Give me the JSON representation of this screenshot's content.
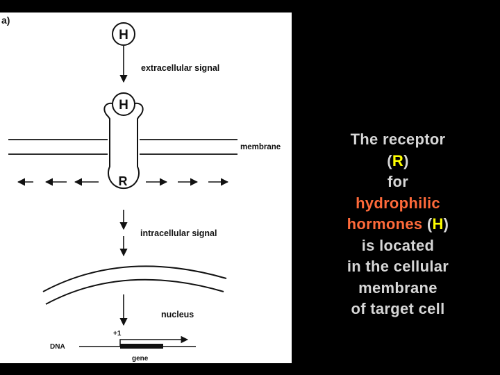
{
  "figure": {
    "panel_label": "a)",
    "hormone_symbol": "H",
    "receptor_symbol": "R",
    "extracellular_label": "extracellular signal",
    "membrane_label": "membrane",
    "intracellular_label": "intracellular signal",
    "nucleus_label": "nucleus",
    "dna_label": "DNA",
    "gene_label": "gene",
    "transcription_label": "+1"
  },
  "caption": {
    "line1": "The receptor",
    "line2_open": "(",
    "line2_symbol": "R",
    "line2_close": ")",
    "line3": "for",
    "line4": "hydrophilic",
    "line5_word": "hormones",
    "line5_open": " (",
    "line5_symbol": "H",
    "line5_close": ")",
    "line6": "is located",
    "line7": "in the cellular",
    "line8": "membrane",
    "line9": "of target cell"
  },
  "colors": {
    "background": "#000000",
    "caption_text": "#d6d6d6",
    "highlight_red": "#ff6a3a",
    "highlight_yellow": "#ffff00"
  }
}
